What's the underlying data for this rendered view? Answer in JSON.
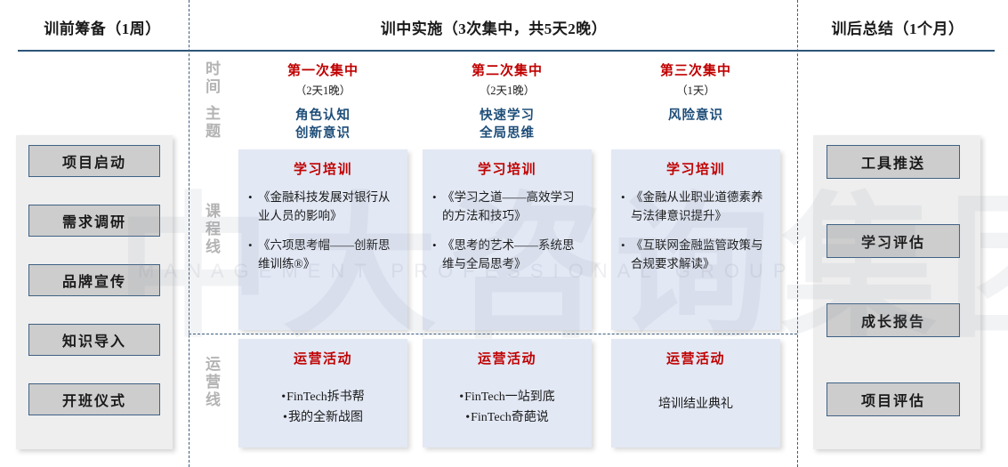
{
  "header": {
    "pre": "训前筹备（1周）",
    "mid": "训中实施（3次集中，共5天2晚）",
    "post": "训后总结（1个月）"
  },
  "watermark": {
    "big": "中大咨询集团",
    "sub": "MANAGEMENT  PROFESSIONAL  GROUP"
  },
  "row_labels": {
    "time_theme_a": "时间",
    "time_theme_b": "主题",
    "course": "课程线",
    "operation": "运营线"
  },
  "pre_phase": {
    "steps": [
      {
        "label": "项目启动"
      },
      {
        "label": "需求调研"
      },
      {
        "label": "品牌宣传"
      },
      {
        "label": "知识导入"
      },
      {
        "label": "开班仪式"
      }
    ]
  },
  "post_phase": {
    "steps": [
      {
        "label": "工具推送"
      },
      {
        "label": "学习评估"
      },
      {
        "label": "成长报告"
      },
      {
        "label": "项目评估"
      }
    ]
  },
  "sessions": [
    {
      "title": "第一次集中",
      "duration": "（2天1晚）",
      "theme_line1": "角色认知",
      "theme_line2": "创新意识",
      "course": {
        "heading": "学习培训",
        "items": [
          "《金融科技发展对银行从业人员的影响》",
          "《六项思考帽——创新思维训练®》"
        ]
      },
      "operation": {
        "heading": "运营活动",
        "items": [
          "FinTech拆书帮",
          "我的全新战图"
        ],
        "bulleted": true
      }
    },
    {
      "title": "第二次集中",
      "duration": "（2天1晚）",
      "theme_line1": "快速学习",
      "theme_line2": "全局思维",
      "course": {
        "heading": "学习培训",
        "items": [
          "《学习之道——高效学习的方法和技巧》",
          "《思考的艺术——系统思维与全局思考》"
        ]
      },
      "operation": {
        "heading": "运营活动",
        "items": [
          "FinTech一站到底",
          "FinTech奇葩说"
        ],
        "bulleted": true
      }
    },
    {
      "title": "第三次集中",
      "duration": "（1天）",
      "theme_line1": "风险意识",
      "theme_line2": "",
      "course": {
        "heading": "学习培训",
        "items": [
          "《金融从业职业道德素养与法律意识提升》",
          "《互联网金融监管政策与合规要求解读》"
        ]
      },
      "operation": {
        "heading": "运营活动",
        "items": [
          "培训结业典礼"
        ],
        "bulleted": false
      }
    }
  ],
  "colors": {
    "accent_red": "#c00000",
    "accent_blue": "#1f4e79",
    "rule": "#2e5579",
    "panel_blue": "#e2e8f4",
    "panel_gray": "#eeeeee",
    "step_fill": "#cdcdcd"
  }
}
